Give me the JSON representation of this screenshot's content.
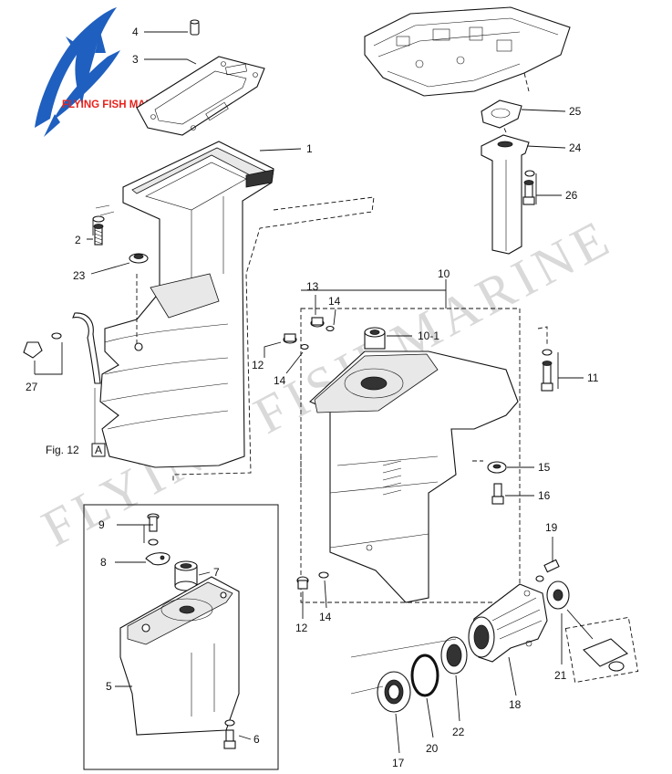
{
  "brand": {
    "logo_text": "FLYING FISH MARINE",
    "watermark": "FLYING FISH MARINE",
    "logo_color": "#1f5fbf",
    "logo_text_color": "#e8221c"
  },
  "figure_ref": {
    "label": "Fig. 12",
    "box": "A"
  },
  "callouts": [
    {
      "id": "c4",
      "label": "4"
    },
    {
      "id": "c3",
      "label": "3"
    },
    {
      "id": "c1",
      "label": "1"
    },
    {
      "id": "c2",
      "label": "2"
    },
    {
      "id": "c23",
      "label": "23"
    },
    {
      "id": "c27",
      "label": "27"
    },
    {
      "id": "c25",
      "label": "25"
    },
    {
      "id": "c24",
      "label": "24"
    },
    {
      "id": "c26",
      "label": "26"
    },
    {
      "id": "c10",
      "label": "10"
    },
    {
      "id": "c13",
      "label": "13"
    },
    {
      "id": "c14a",
      "label": "14"
    },
    {
      "id": "c10_1",
      "label": "10-1"
    },
    {
      "id": "c12a",
      "label": "12"
    },
    {
      "id": "c14b",
      "label": "14"
    },
    {
      "id": "c11",
      "label": "11"
    },
    {
      "id": "c15",
      "label": "15"
    },
    {
      "id": "c16",
      "label": "16"
    },
    {
      "id": "c9",
      "label": "9"
    },
    {
      "id": "c8",
      "label": "8"
    },
    {
      "id": "c7",
      "label": "7"
    },
    {
      "id": "c5",
      "label": "5"
    },
    {
      "id": "c6",
      "label": "6"
    },
    {
      "id": "c12b",
      "label": "12"
    },
    {
      "id": "c14c",
      "label": "14"
    },
    {
      "id": "c19",
      "label": "19"
    },
    {
      "id": "c21",
      "label": "21"
    },
    {
      "id": "c18",
      "label": "18"
    },
    {
      "id": "c22",
      "label": "22"
    },
    {
      "id": "c20",
      "label": "20"
    },
    {
      "id": "c17",
      "label": "17"
    }
  ]
}
